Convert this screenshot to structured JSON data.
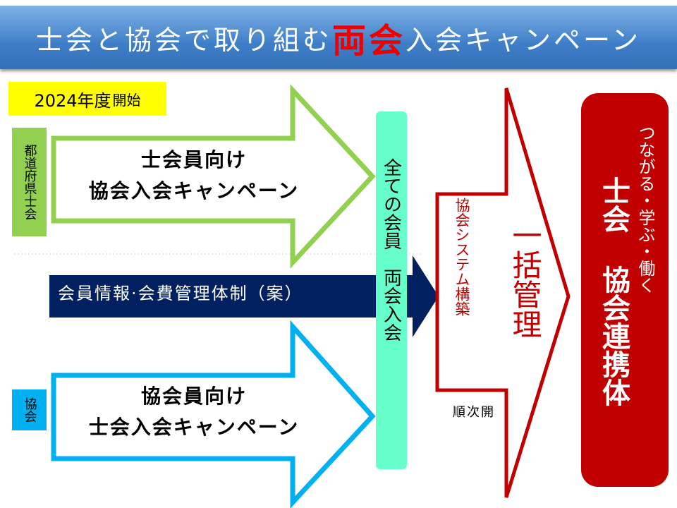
{
  "title": {
    "part1": "士会と協会で取り組む",
    "highlight": "両会",
    "part2": "入会キャンペーン"
  },
  "start_badge": {
    "year": "2024年度",
    "label": "開始"
  },
  "side_labels": {
    "prefecture": "都道府県士会",
    "association": "協会"
  },
  "green_arrow": {
    "line1": "士会員向け",
    "line2": "協会入会キャンペーン"
  },
  "blue_arrow": {
    "line1": "協会員向け",
    "line2": "士会入会キャンペーン"
  },
  "navy_arrow": {
    "label": "会員情報·会費管理体制（案）"
  },
  "teal_bar": {
    "label": "全ての会員　両会入会"
  },
  "red_arrow": {
    "system": "協会システム構築",
    "main": "一括管理",
    "note": "順次開"
  },
  "result_box": {
    "tagline": "つながる・学ぶ・働く",
    "main": "士会 協会連携体"
  },
  "colors": {
    "green": "#92d050",
    "blue": "#00b0f0",
    "navy": "#002060",
    "red": "#c00000",
    "teal": "#66ffcc",
    "yellow": "#ffff00"
  }
}
